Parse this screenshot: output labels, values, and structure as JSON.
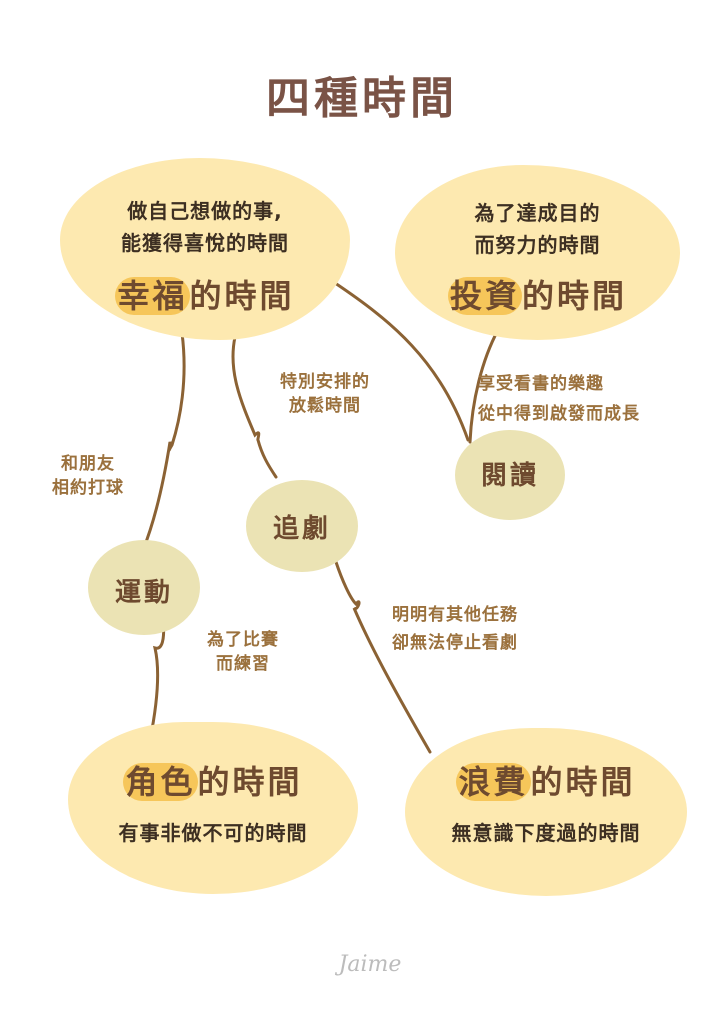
{
  "title": "四種時間",
  "colors": {
    "title": "#7a5346",
    "big_bubble": "#fde9b0",
    "small_bubble": "#ebe3b4",
    "highlight": "#f6c65a",
    "connector": "#8b6234",
    "note_text": "#9b713d",
    "dark_text": "#3d2f22"
  },
  "quadrants": {
    "happiness": {
      "desc_line1": "做自己想做的事,",
      "desc_line2": "能獲得喜悅的時間",
      "highlight": "幸福",
      "rest": "的時間"
    },
    "investment": {
      "desc_line1": "為了達成目的",
      "desc_line2": "而努力的時間",
      "highlight": "投資",
      "rest": "的時間"
    },
    "role": {
      "highlight": "角色",
      "rest": "的時間",
      "desc": "有事非做不可的時間"
    },
    "waste": {
      "highlight": "浪費",
      "rest": "的時間",
      "desc": "無意識下度過的時間"
    }
  },
  "nodes": {
    "exercise": "運動",
    "drama": "追劇",
    "reading": "閱讀"
  },
  "notes": {
    "exercise_happy": [
      "和朋友",
      "相約打球"
    ],
    "drama_happy": [
      "特別安排的",
      "放鬆時間"
    ],
    "reading_invest": [
      "享受看書的樂趣",
      "從中得到啟發而成長"
    ],
    "exercise_role": [
      "為了比賽",
      "而練習"
    ],
    "drama_waste": [
      "明明有其他任務",
      "卻無法停止看劇"
    ]
  },
  "signature": "Jaime"
}
